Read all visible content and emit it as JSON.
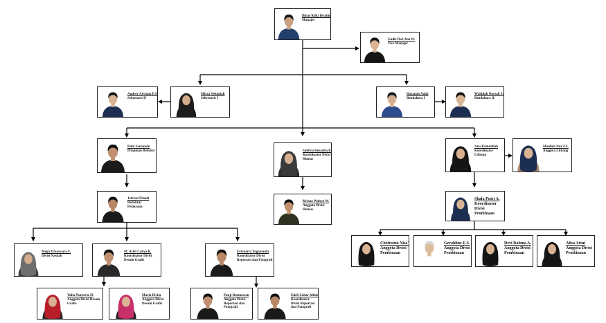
{
  "chart": {
    "nodes": [
      {
        "id": "ikbar",
        "name": "Ikbar Rifki Ibrahim",
        "role": "Manajer",
        "skin": "#caa181",
        "hair": "#1a1a1a",
        "hijab": "",
        "clothes": "#233f6b"
      },
      {
        "id": "gadis",
        "name": "Gadis Dwi Ana W.",
        "role": "Vice Manajer",
        "skin": "#d8b494",
        "hair": "#111111",
        "hijab": "",
        "clothes": "#141414"
      },
      {
        "id": "audrey",
        "name": "Audrey Arviana P.S.",
        "role": "Sekretaris II",
        "skin": "#d8b494",
        "hair": "#151515",
        "hijab": "",
        "clothes": "#1c2e52"
      },
      {
        "id": "mirza",
        "name": "Mirza Seftaniah",
        "role": "Sekretaris I",
        "skin": "#d4ae8c",
        "hair": "",
        "hijab": "#1c1c1c",
        "clothes": "#1c1c1c"
      },
      {
        "id": "hasanah",
        "name": "Hasanah Aulia",
        "role": "Bendahara I",
        "skin": "#d6b090",
        "hair": "#151515",
        "hijab": "",
        "clothes": "#2a4c8c"
      },
      {
        "id": "wahidah",
        "name": "Wahidah Nursah S.",
        "role": "Bendahara II",
        "skin": "#d8b494",
        "hair": "#151515",
        "hijab": "",
        "clothes": "#1c2e52"
      },
      {
        "id": "rahi",
        "name": "Rahi Fernando",
        "role": "Pimpinan Redaksi",
        "skin": "#c09070",
        "hair": "#111111",
        "hijab": "",
        "clothes": "#1a1a1a"
      },
      {
        "id": "sakfira",
        "name": "Sakfira Rosadita R.",
        "role": "Koordinator Divisi Humas",
        "skin": "#d6b090",
        "hair": "",
        "hijab": "#3a3a3a",
        "clothes": "#2b2b2b"
      },
      {
        "id": "aris",
        "name": "Aris Ramdallah",
        "role": "Koordinator Litbang",
        "skin": "#d6b090",
        "hair": "",
        "hijab": "#151515",
        "clothes": "#111111"
      },
      {
        "id": "maulida",
        "name": "Maulida Nur F.S.",
        "role": "Anggota Litbang",
        "skin": "#d8b494",
        "hair": "",
        "hijab": "#1c2e52",
        "clothes": "#b08a70"
      },
      {
        "id": "jefrisal",
        "name": "Jefrisal Efendi",
        "role": "Redaktur Pelaksana",
        "skin": "#b88866",
        "hair": "#111111",
        "hijab": "",
        "clothes": "#1a1a1a"
      },
      {
        "id": "krisna",
        "name": "Krisna Wahyu W.",
        "role": "Anggota Divisi Humas",
        "skin": "#c09070",
        "hair": "#111111",
        "hijab": "",
        "clothes": "#2d3320"
      },
      {
        "id": "shafa",
        "name": "Shafa Putri A.",
        "role": "Koordinator Divisi Pembinaan",
        "skin": "#d8b494",
        "hair": "",
        "hijab": "#1c2e52",
        "clothes": "#1c2e52"
      },
      {
        "id": "mega",
        "name": "Mega Trisaswara F.",
        "role": "Divisi Naskah",
        "skin": "#d4ae8c",
        "hair": "",
        "hijab": "#6e6e6e",
        "clothes": "#3a3a3a"
      },
      {
        "id": "arief",
        "name": "M. Arief Cahya R.",
        "role": "Koordinator Divisi Desain Grafis",
        "skin": "#c09070",
        "hair": "#111111",
        "hijab": "",
        "clothes": "#2a2a2a"
      },
      {
        "id": "fatruarta",
        "name": "Fatruarta Yogananda",
        "role": "Koordinator Divisi Reportasi dan Fotografi",
        "skin": "#b88866",
        "hair": "#111111",
        "hijab": "",
        "clothes": "#1a1a1a"
      },
      {
        "id": "choirotun",
        "name": "Choirotun Nisa'",
        "role": "Anggota Divisi Pembinaan",
        "skin": "#d8b494",
        "hair": "",
        "hijab": "#151515",
        "clothes": "#f0ebe4"
      },
      {
        "id": "geraldine",
        "name": "Geraldine E.S.",
        "role": "Anggota Divisi Pembinaan",
        "skin": "#dcbc9c",
        "hair": "#d6d6d6",
        "hijab": "",
        "clothes": "#ffffff"
      },
      {
        "id": "devi",
        "name": "Devi Rahma A.",
        "role": "Anggota Divisi Pembinaan",
        "skin": "#d8b494",
        "hair": "",
        "hijab": "#151515",
        "clothes": "#f4f4f4"
      },
      {
        "id": "alisa",
        "name": "Alisa Arini",
        "role": "Anggota Divisi Pembinaan",
        "skin": "#d8b494",
        "hair": "",
        "hijab": "#151515",
        "clothes": "#1c1c1c"
      },
      {
        "id": "yulia",
        "name": "Yulia Nurzaviz H.",
        "role": "Anggota Divisi Desain Grafis",
        "skin": "#d6b090",
        "hair": "",
        "hijab": "#b81d2a",
        "clothes": "#2a2a2a"
      },
      {
        "id": "maria",
        "name": "Maria Elvita",
        "role": "Anggota Divisi Desain Grafis",
        "skin": "#d8b494",
        "hair": "",
        "hijab": "#c8306a",
        "clothes": "#222222"
      },
      {
        "id": "panji",
        "name": "Panji Darmawan",
        "role": "Anggota Divisi Reportasi dan Fotografi",
        "skin": "#c09070",
        "hair": "#111111",
        "hijab": "",
        "clothes": "#1a1a1a"
      },
      {
        "id": "edeh",
        "name": "Edeh Zahar Alfaizi",
        "role": "Koordinator Divisi Reportasi dan Fotografi",
        "skin": "#b88866",
        "hair": "#111111",
        "hijab": "",
        "clothes": "#1a1a1a"
      }
    ]
  }
}
